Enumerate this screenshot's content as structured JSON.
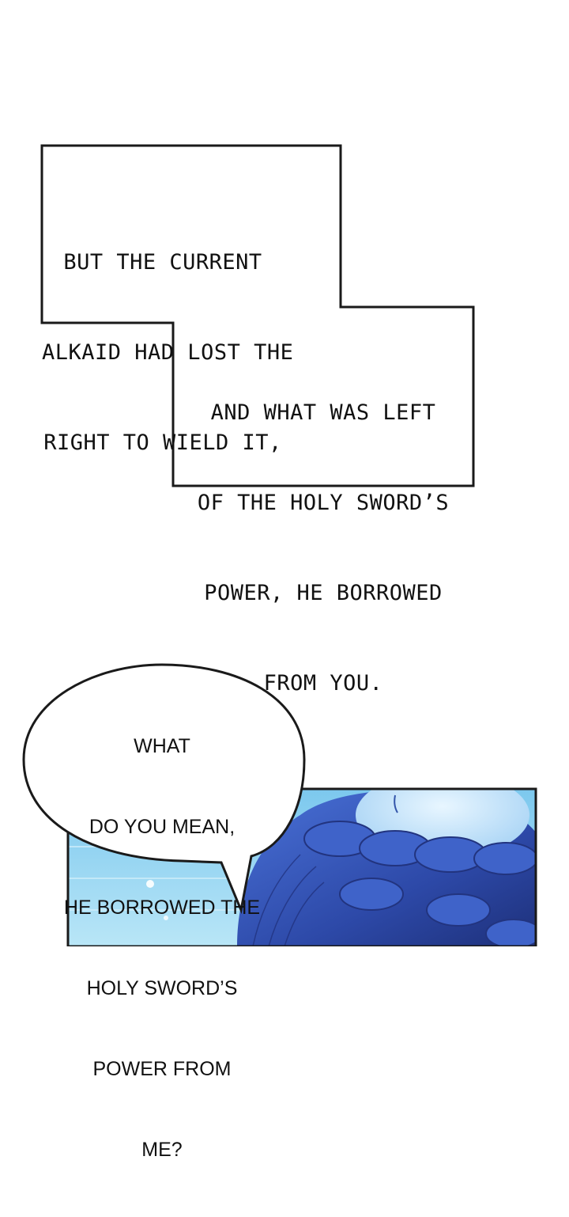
{
  "caption_box": {
    "lines": [
      "BUT THE CURRENT",
      "ALKAID HAD LOST THE",
      "RIGHT TO WIELD IT,"
    ],
    "lines2": [
      "AND WHAT WAS LEFT",
      "OF THE HOLY SWORD’S",
      "POWER, HE BORROWED",
      "FROM YOU."
    ]
  },
  "speech_bubble": {
    "lines": [
      "WHAT",
      "DO YOU MEAN,",
      "HE BORROWED THE",
      "HOLY SWORD’S",
      "POWER FROM",
      "ME?"
    ]
  },
  "colors": {
    "background": "#ffffff",
    "border": "#1a1a1a",
    "panel_sky": "#8fd3f2",
    "hair_blue": "#3b5fc8"
  }
}
